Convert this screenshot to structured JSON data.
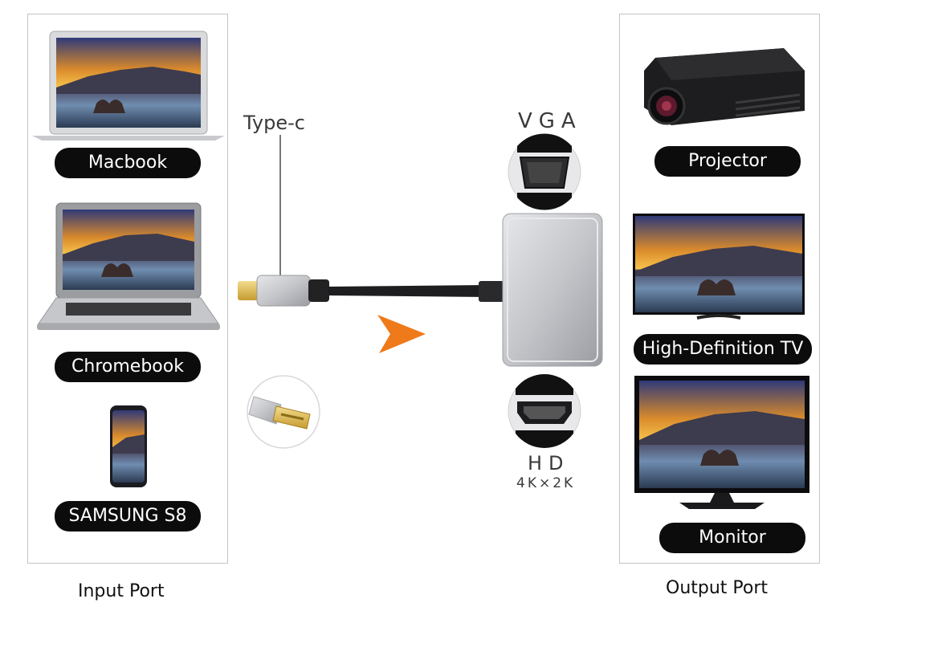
{
  "input_port": {
    "caption": "Input Port",
    "devices": [
      {
        "label": "Macbook",
        "icon": "laptop-icon"
      },
      {
        "label": "Chromebook",
        "icon": "laptop-icon"
      },
      {
        "label": "SAMSUNG S8",
        "icon": "smartphone-icon"
      }
    ]
  },
  "output_port": {
    "caption": "Output Port",
    "devices": [
      {
        "label": "Projector",
        "icon": "projector-icon"
      },
      {
        "label": "High-Definition TV",
        "icon": "tv-icon"
      },
      {
        "label": "Monitor",
        "icon": "monitor-icon"
      }
    ]
  },
  "connector": {
    "input_label": "Type-c",
    "vga_label": "VGA",
    "hdmi_label": "HD",
    "hdmi_resolution": "4K×2K"
  },
  "colors": {
    "pill_background": "#0c0c0c",
    "arrow": "#ef7a1a",
    "adapter_body": "#c8c9cc",
    "connector_gold": "#e2c158"
  }
}
